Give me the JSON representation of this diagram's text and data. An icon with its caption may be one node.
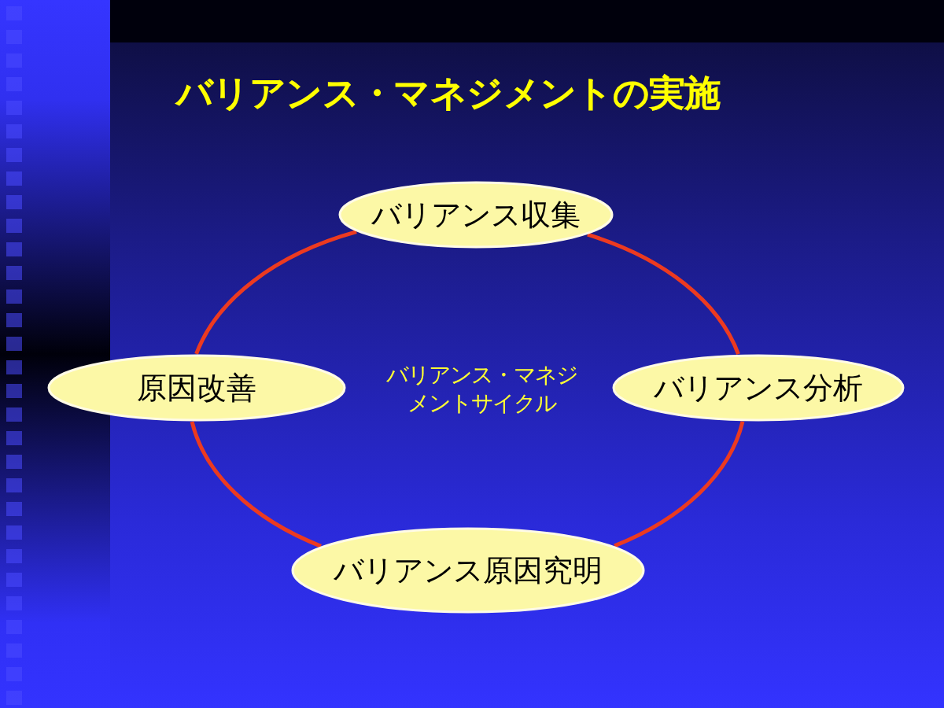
{
  "diagram": {
    "title": "バリアンス・マネジメントの実施",
    "nodes": [
      {
        "text": [
          "バリアンス収集"
        ]
      },
      {
        "text": [
          "原因改善"
        ]
      },
      {
        "text": [
          "バリアンス分析"
        ]
      },
      {
        "text": [
          "バリアンス原因究明"
        ]
      }
    ],
    "edges": [
      {
        "from": 0,
        "to": 2,
        "arrow": "none"
      },
      {
        "from": 2,
        "to": 3,
        "arrow": "none"
      },
      {
        "from": 3,
        "to": 1,
        "arrow": "none"
      },
      {
        "from": 1,
        "to": 0,
        "arrow": "none"
      }
    ],
    "labels": [
      "バリアンス・マネジメントサイクル"
    ]
  }
}
